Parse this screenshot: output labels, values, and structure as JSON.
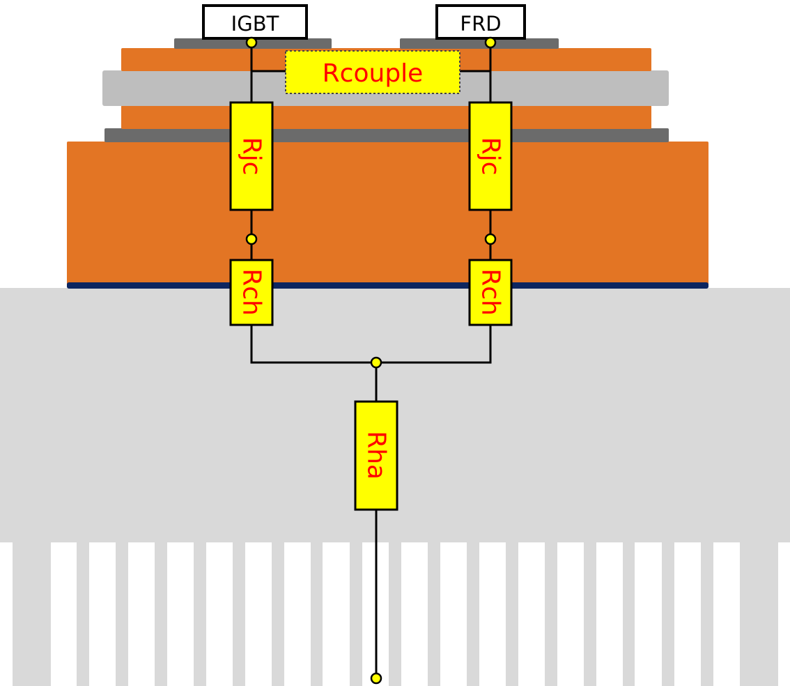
{
  "devices": {
    "igbt": "IGBT",
    "frd": "FRD"
  },
  "resistors": {
    "couple": "Rcouple",
    "rjc_left": "Rjc",
    "rjc_right": "Rjc",
    "rch_left": "Rch",
    "rch_right": "Rch",
    "rha": "Rha"
  },
  "colors": {
    "copper": "#e37524",
    "ceramic": "#bebebe",
    "solder": "#6b6b6b",
    "grease_line": "#0d2660",
    "heatsink": "#d9d9d9",
    "resistor_fill": "#ffff00",
    "resistor_text": "#ff0000",
    "node_fill": "#ffff00",
    "wire": "#000000",
    "device_box_border": "#000000"
  },
  "icons": {
    "node": "node-dot",
    "resistor": "resistor-box"
  }
}
